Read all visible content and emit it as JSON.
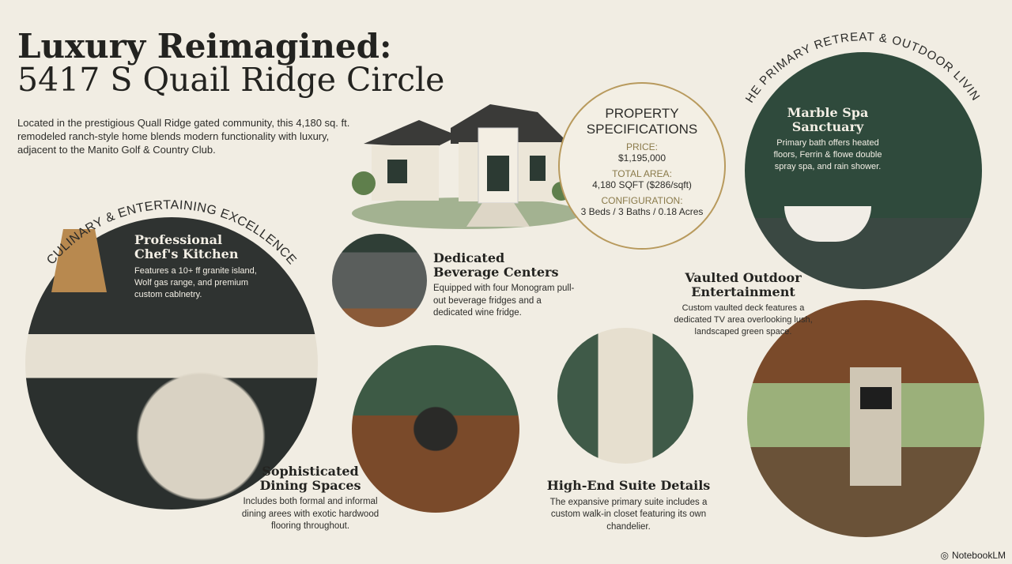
{
  "title": {
    "line1": "Luxury Reimagined:",
    "line2": "5417 S Quail Ridge Circle"
  },
  "intro": "Located in the prestigious Quall Ridge gated community, this 4,180 sq. ft. remodeled ranch-style home blends modern functionality with luxury, adjacent to the Manito Golf & Country Club.",
  "sections": {
    "culinary": "CULINARY & ENTERTAINING EXCELLENCE",
    "retreat": "THE PRIMARY RETREAT & OUTDOOR LIVING"
  },
  "specs": {
    "heading1": "PROPERTY",
    "heading2": "SPECIFICATIONS",
    "price_label": "PRICE:",
    "price": "$1,195,000",
    "area_label": "TOTAL AREA:",
    "area": "4,180 SQFT ($286/sqft)",
    "config_label": "CONFIGURATION:",
    "config": "3 Beds / 3 Baths / 0.18 Acres"
  },
  "features": {
    "kitchen": {
      "title1": "Professional",
      "title2": "Chef's Kitchen",
      "text": "Features a 10+ ff granite island, Wolf gas range, and premium custom cablnetry."
    },
    "beverage": {
      "title1": "Dedicated",
      "title2": "Beverage Centers",
      "text": "Equipped with four Monogram pull-out beverage fridges and a dedicated wine fridge."
    },
    "dining": {
      "title1": "Sophisticated",
      "title2": "Dining Spaces",
      "text": "Includes both formal and informal dining arees with exotic hardwood flooring throughout."
    },
    "suite": {
      "title": "High-End Suite Details",
      "text": "The expansive primary suite includes a custom walk-in closet featuring its own chandelier."
    },
    "spa": {
      "title1": "Marble Spa",
      "title2": "Sanctuary",
      "text": "Primary bath offers heated floors, Ferrin & flowe double spray spa, and rain shower."
    },
    "outdoor": {
      "title1": "Vaulted Outdoor",
      "title2": "Entertainment",
      "text": "Custom vaulted deck features a dedicated TV area overlooking lush, landscaped green space."
    }
  },
  "badge": "NotebookLM",
  "colors": {
    "background": "#f1ede3",
    "green": "#2f4a3c",
    "gold": "#b89a5d",
    "charcoal": "#2e3230",
    "wood": "#7a4a2a"
  }
}
